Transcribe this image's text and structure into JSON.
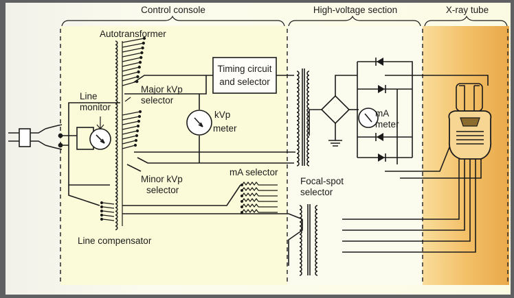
{
  "sections": {
    "control": "Control console",
    "high_voltage": "High-voltage section",
    "xray": "X-ray tube"
  },
  "labels": {
    "autotransformer": "Autotransformer",
    "timing_1": "Timing circuit",
    "timing_2": "and selector",
    "line_1": "Line",
    "line_2": "monitor",
    "major_1": "Major kVp",
    "major_2": "selector",
    "kvp_meter_1": "kVp",
    "kvp_meter_2": "meter",
    "ma_meter_1": "mA",
    "ma_meter_2": "meter",
    "minor_1": "Minor kVp",
    "minor_2": "selector",
    "ma_selector": "mA selector",
    "focal_1": "Focal-spot",
    "focal_2": "selector",
    "line_compensator": "Line compensator"
  },
  "colors": {
    "control_bg": "#fbfbdc",
    "hv_bg": "#fbfbf0",
    "tube_bg": "#f6c66c",
    "line": "#1a1a1a",
    "frame": "#5f6062"
  },
  "icons": [
    "power-plug-icon",
    "meter-dial-icon",
    "rectifier-diode-icon",
    "ground-icon",
    "xray-tube-icon"
  ]
}
